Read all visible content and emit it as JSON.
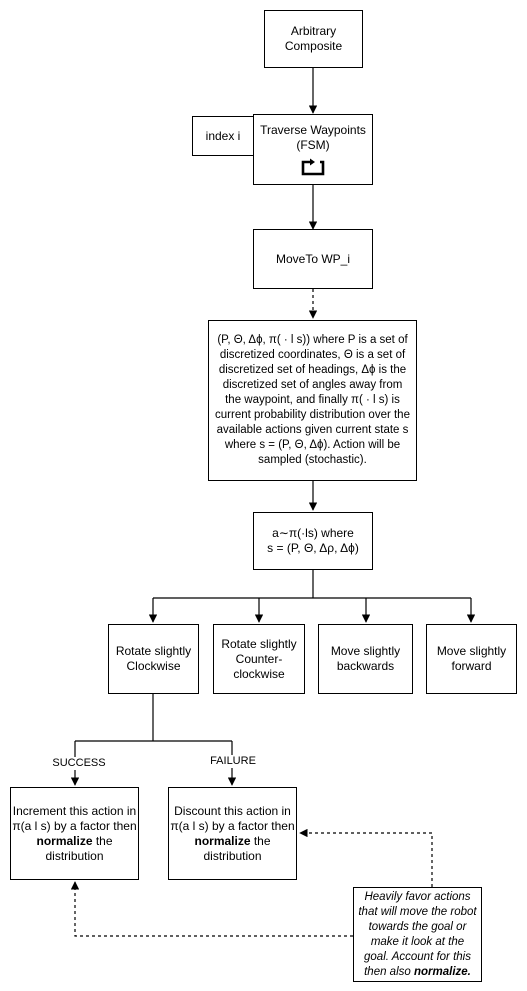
{
  "nodes": {
    "composite": [
      "Arbitrary",
      "Composite"
    ],
    "index": "index i",
    "traverse": [
      "Traverse Waypoints",
      "(FSM)"
    ],
    "moveto": "MoveTo WP_i",
    "state": [
      "(P, Θ, Δϕ, π( · l s)) where P is a set of",
      "discretized coordinates, Θ is a set of",
      "discretized set of headings, Δϕ is the",
      "discretized set of angles away from",
      "the waypoint, and finally π( · l s) is",
      "current probability distribution over the",
      "available actions given current state s",
      "where s = (P, Θ, Δϕ). Action will be",
      "sampled (stochastic)."
    ],
    "action": [
      "a∼π(·ls) where",
      "s = (P, Θ, Δρ, Δϕ)"
    ],
    "rot_cw": [
      "Rotate slightly",
      "Clockwise"
    ],
    "rot_ccw": [
      "Rotate slightly",
      "Counter-",
      "clockwise"
    ],
    "move_back": [
      "Move slightly",
      "backwards"
    ],
    "move_fwd": [
      "Move slightly",
      "forward"
    ],
    "increment": {
      "line1": "Increment this action in",
      "line2": "π(a l s) by a factor then",
      "bold": "normalize",
      "after_bold": " the",
      "line4": "distribution"
    },
    "discount": {
      "line1": "Discount this action in",
      "line2": "π(a l s) by a factor then",
      "bold": "normalize",
      "after_bold": " the",
      "line4": "distribution"
    },
    "note": {
      "lines": [
        "Heavily favor actions",
        "that will move the robot",
        "towards the goal or",
        "make it look at the",
        "goal. Account for this"
      ],
      "last_prefix": "then also ",
      "last_bold": "normalize."
    }
  },
  "edge_labels": {
    "success": "SUCCESS",
    "failure": "FAILURE"
  }
}
